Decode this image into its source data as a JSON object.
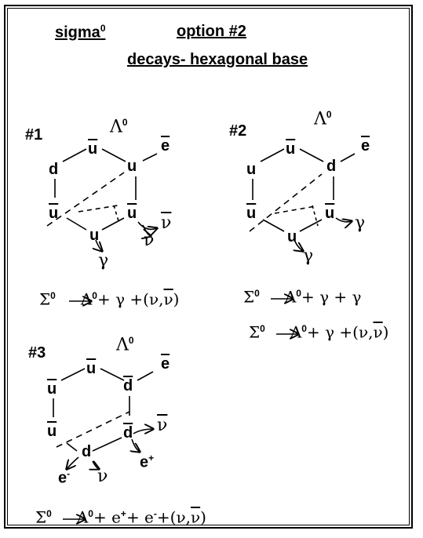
{
  "header": {
    "title": "sigma",
    "title_sup": "0",
    "option": "option #2",
    "subtitle": "decays- hexagonal base"
  },
  "diagrams": [
    {
      "label": "#1",
      "lambda": "Λ",
      "lambda_sup": "0",
      "quarks": [
        "u",
        "u",
        "d",
        "u",
        "u",
        "u"
      ],
      "particles": [
        "e",
        "ν",
        "ν",
        "γ"
      ],
      "equation": {
        "lhs": "Σ",
        "lhs_sup": "0",
        "rhs": "Λ",
        "rhs_sup": "0",
        "tail": "+ γ +(ν,",
        "tail_bar": "ν",
        "close": ")"
      }
    },
    {
      "label": "#2",
      "lambda": "Λ",
      "lambda_sup": "0",
      "quarks": [
        "u",
        "d",
        "u",
        "u",
        "u",
        "u"
      ],
      "particles": [
        "e",
        "γ",
        "γ"
      ],
      "equation_a": {
        "lhs": "Σ",
        "lhs_sup": "0",
        "rhs": "Λ",
        "rhs_sup": "0",
        "tail": "+ γ + γ"
      },
      "equation_b": {
        "lhs": "Σ",
        "lhs_sup": "0",
        "rhs": "Λ",
        "rhs_sup": "0",
        "tail": "+ γ +(ν,",
        "tail_bar": "ν",
        "close": ")"
      }
    },
    {
      "label": "#3",
      "lambda": "Λ",
      "lambda_sup": "0",
      "quarks": [
        "u",
        "u",
        "d",
        "d",
        "d",
        "u"
      ],
      "particles": [
        "e",
        "ν",
        "e",
        "+",
        "e",
        "-",
        "ν"
      ],
      "equation": {
        "lhs": "Σ",
        "lhs_sup": "0",
        "rhs": "Λ",
        "rhs_sup": "0",
        "mid": "+ e",
        "mid_sup": "+",
        "mid2": "+ e",
        "mid2_sup": "-",
        "tail": "+(ν,",
        "tail_bar": "ν",
        "close": ")"
      }
    }
  ]
}
